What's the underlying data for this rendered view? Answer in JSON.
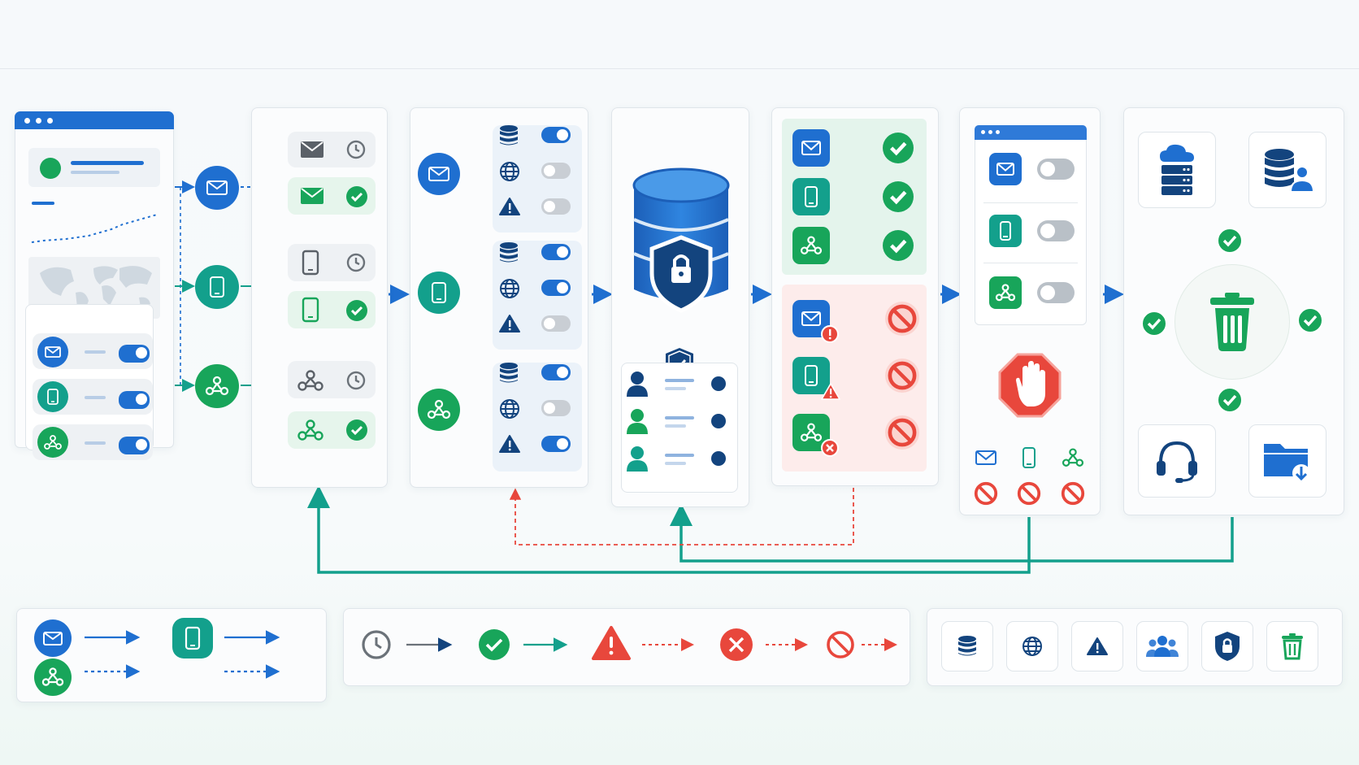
{
  "diagram": {
    "channels": [
      "email",
      "mobile",
      "webhook"
    ],
    "colors": {
      "blue": "#1f6fd0",
      "navy": "#13447e",
      "teal": "#13a08c",
      "green": "#18a55a",
      "red": "#e8473c",
      "grey": "#6b7279"
    }
  },
  "icons": {
    "email": "envelope-icon",
    "mobile": "smartphone-icon",
    "webhook": "webhook-icon",
    "pending": "clock-icon",
    "success": "check-circle-icon",
    "warning": "warning-triangle-icon",
    "failure": "x-circle-icon",
    "blocked": "no-entry-icon",
    "database": "database-icon",
    "globe": "globe-icon",
    "users": "users-icon",
    "security": "shield-lock-icon",
    "delete": "trash-icon",
    "stop": "stop-hand-icon",
    "support": "headset-icon",
    "export": "folder-download-icon",
    "cloud_server": "cloud-server-icon",
    "user_database": "database-user-icon"
  },
  "stage2_toggles": [
    [
      "on",
      "off",
      "off"
    ],
    [
      "on",
      "on",
      "off"
    ],
    [
      "on",
      "off",
      "on"
    ]
  ],
  "stage4_user_status": [
    "active",
    "active",
    "active"
  ],
  "stage5_results": {
    "success": [
      "email",
      "mobile",
      "webhook"
    ],
    "failed": [
      "email",
      "mobile",
      "webhook"
    ]
  },
  "stage6_toggles": [
    "off",
    "off",
    "off"
  ],
  "legend": {
    "channel_line_styles": [
      "solid",
      "dashed"
    ],
    "status_sequence": [
      "pending",
      "success",
      "warning",
      "failure",
      "blocked"
    ],
    "component_icons": [
      "database",
      "globe",
      "warning",
      "users",
      "security",
      "delete"
    ]
  }
}
